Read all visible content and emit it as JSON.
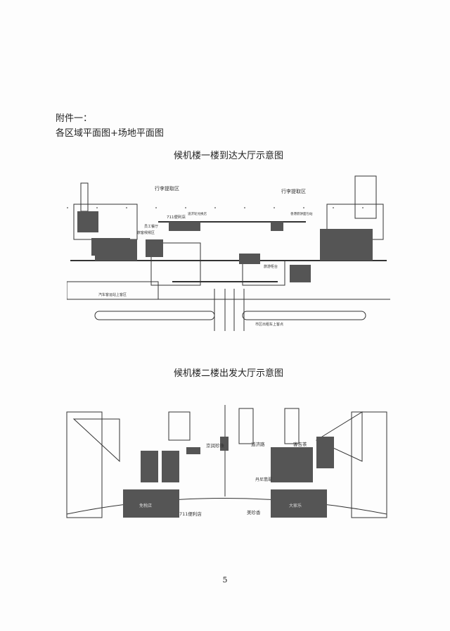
{
  "header": {
    "attachment": "附件一：",
    "title": "各区域平面图+场地平面图"
  },
  "plan1": {
    "caption": "候机楼一楼到达大厅示意图",
    "labels": {
      "baggage_left": "行李提取区",
      "baggage_right": "行李提取区",
      "store_711": "711便利店",
      "exchange": "道济轮兑换店",
      "bakery": "香港糕饼面包站",
      "staff_canteen": "员工餐厅",
      "waiting": "旅客候候区",
      "tour_counter": "旅游柜台",
      "bus_area": "汽车客运站上客区",
      "taxi": "市区出租车上客点"
    }
  },
  "plan2": {
    "caption": "候机楼二楼出发大厅示意图",
    "labels": {
      "jingrun": "京润珍珠",
      "daoji": "道济路",
      "kejicha": "客吉茶",
      "store_711": "711便利店",
      "meizhenxiang": "美珍香",
      "danni": "丹尼翡翠",
      "dajiale": "大家乐",
      "dutyfree": "免税店"
    }
  },
  "page_number": "5"
}
